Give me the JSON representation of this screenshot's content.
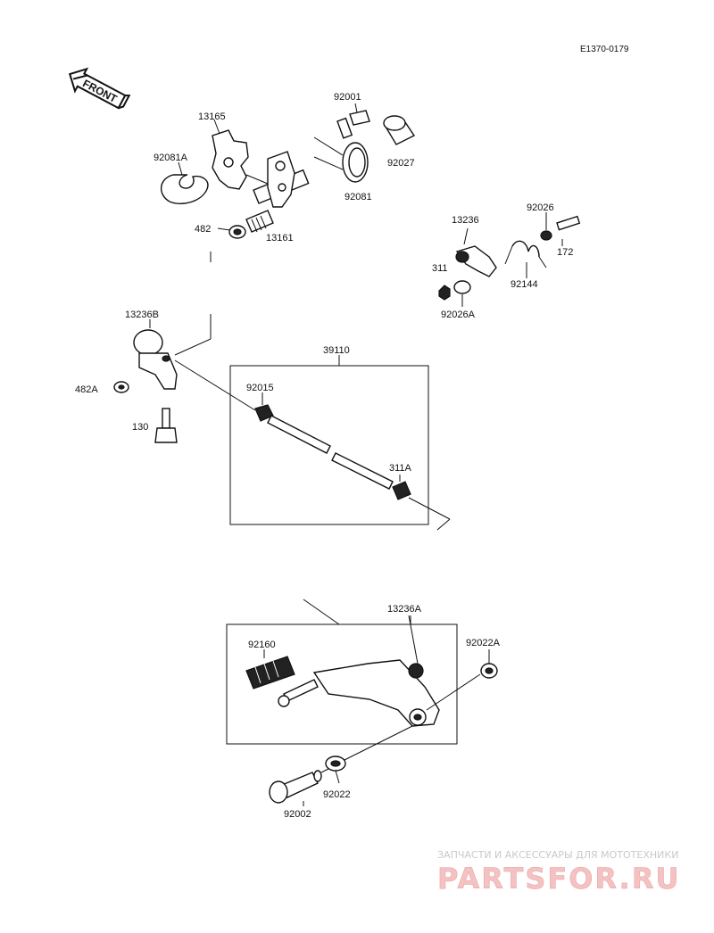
{
  "diagram_code": "E1370-0179",
  "front_label": "FRONT",
  "parts": {
    "p13165": "13165",
    "p92001": "92001",
    "p92081A": "92081A",
    "p92027": "92027",
    "p92081": "92081",
    "p482": "482",
    "p13161": "13161",
    "p13236": "13236",
    "p92026": "92026",
    "p172": "172",
    "p311": "311",
    "p92144": "92144",
    "p92026A": "92026A",
    "p13236B": "13236B",
    "p39110": "39110",
    "p92015": "92015",
    "p482A": "482A",
    "p130": "130",
    "p311A": "311A",
    "p13236A": "13236A",
    "p92160": "92160",
    "p92022A": "92022A",
    "p92022": "92022",
    "p92002": "92002"
  },
  "watermark": {
    "tagline": "ЗАПЧАСТИ И АКСЕССУАРЫ ДЛЯ МОТОТЕХНИКИ",
    "brand": "PARTSFOR.RU"
  }
}
